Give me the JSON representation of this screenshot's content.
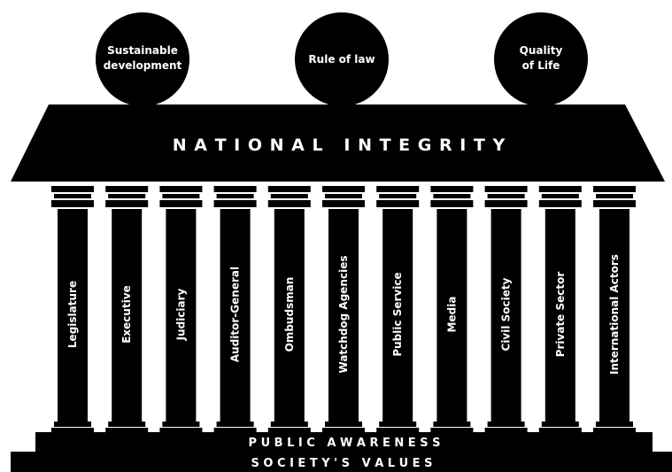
{
  "diagram": {
    "goals": [
      {
        "lines": [
          "Sustainable",
          "development"
        ]
      },
      {
        "lines": [
          "Rule of law"
        ]
      },
      {
        "lines": [
          "Quality",
          "of Life"
        ]
      }
    ],
    "roof_title": "N A T I O N A L   I N T E G R I T Y",
    "pillars": [
      "Legislature",
      "Executive",
      "Judiciary",
      "Auditor-General",
      "Ombudsman",
      "Watchdog Agencies",
      "Public Service",
      "Media",
      "Civil Society",
      "Private Sector",
      "International Actors"
    ],
    "foundation_upper": "P U B L I C   A W A R E N E S S",
    "foundation_lower": "S O C I E T Y ' S   V A L U E S",
    "colors": {
      "fill": "#000000",
      "text": "#ffffff",
      "background": "#ffffff"
    }
  }
}
